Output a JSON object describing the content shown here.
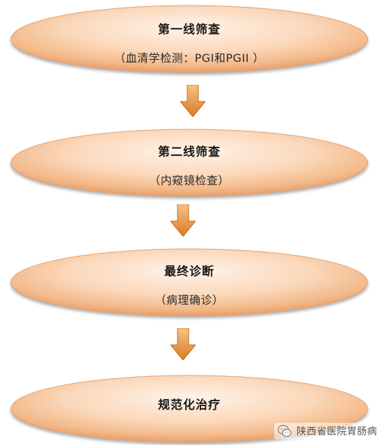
{
  "flow": {
    "stages": [
      {
        "title": "第一线筛查",
        "subtitle": "（血清学检测：PGI和PGII ）"
      },
      {
        "title": "第二线筛查",
        "subtitle": "（内窥镜检查）"
      },
      {
        "title": "最终诊断",
        "subtitle": "（病理确诊）"
      },
      {
        "title": "规范化治疗"
      }
    ]
  },
  "watermark": {
    "text": "陕西省医院胃肠病"
  },
  "colors": {
    "ellipse_light": "#fde8d6",
    "ellipse_mid": "#f6c79c",
    "ellipse_dark": "#e9a36c",
    "arrow_light": "#f6b26a",
    "arrow_dark": "#d97a27"
  }
}
